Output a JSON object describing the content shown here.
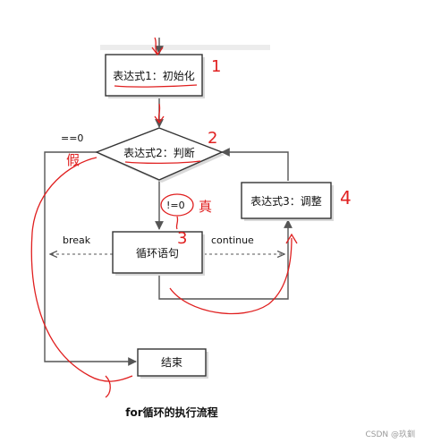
{
  "nodes": {
    "init": "表达式1：初始化",
    "condition": "表达式2：判断",
    "body": "循环语句",
    "update": "表达式3：调整",
    "end": "结束"
  },
  "edges": {
    "false_label": "==0",
    "true_label": "!=0",
    "break_label": "break",
    "continue_label": "continue"
  },
  "title": "for循环的执行流程",
  "watermark": "CSDN @玖釧",
  "annotations": {
    "step1": "1",
    "step2": "2",
    "step3": "3",
    "step4": "4",
    "false_char": "假",
    "true_char": "真"
  },
  "colors": {
    "annotation": "#e02020",
    "line": "#555555",
    "shadow": "#d9d9d9"
  }
}
